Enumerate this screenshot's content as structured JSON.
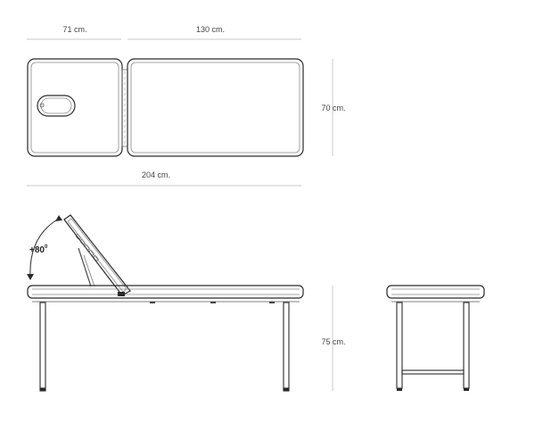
{
  "dimensions": {
    "head_length": "71 cm.",
    "body_length": "130 cm.",
    "total_length": "204 cm.",
    "width": "70 cm.",
    "height": "75 cm."
  },
  "backrest_angle": {
    "value": "+80",
    "unit_mark": "0"
  },
  "colors": {
    "outline": "#2a2a2a",
    "dimension_line": "#c9c9c9",
    "text": "#444444"
  }
}
